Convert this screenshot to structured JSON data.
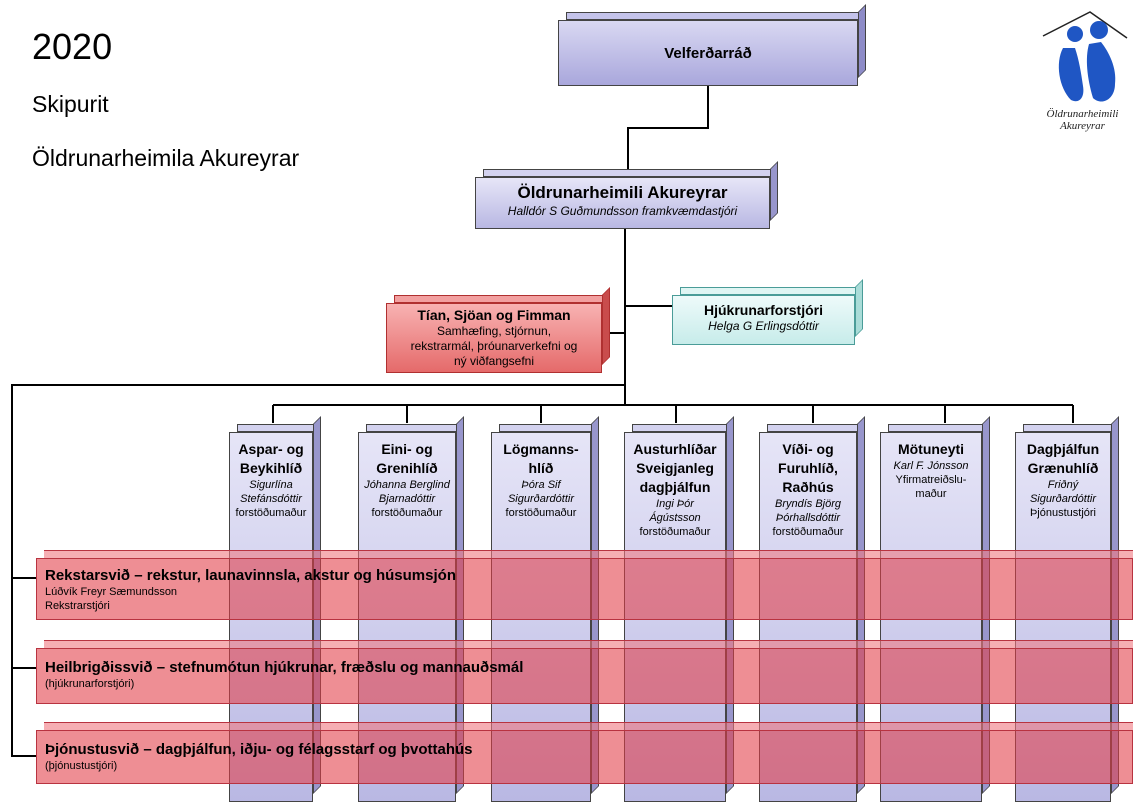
{
  "header": {
    "year": "2020",
    "subtitle": "Skipurit",
    "organization": "Öldrunarheimila Akureyrar"
  },
  "logo": {
    "icon": "two-figures-house-logo",
    "line1": "Öldrunarheimili",
    "line2": "Akureyrar",
    "color": "#1f56c4"
  },
  "top_box": {
    "title": "Velferðarráð"
  },
  "main_box": {
    "title": "Öldrunarheimili Akureyrar",
    "person": "Halldór S Guðmundsson framkvæmdastjóri"
  },
  "left_box": {
    "title": "Tían, Sjöan og Fimman",
    "line1": "Samhæfing, stjórnun,",
    "line2": "rekstrarmál, þróunarverkefni og",
    "line3": "ný viðfangsefni"
  },
  "right_box": {
    "title": "Hjúkrunarforstjóri",
    "person": "Helga G Erlingsdóttir"
  },
  "departments": [
    {
      "title1": "Aspar- og",
      "title2": "Beykihlíð",
      "title3": "",
      "name1": "Sigurlína",
      "name2": "Stefánsdóttir",
      "role": "forstöðumaður"
    },
    {
      "title1": "Eini- og",
      "title2": "Grenihlíð",
      "title3": "",
      "name1": "Jóhanna Berglind",
      "name2": "Bjarnadóttir",
      "role": "forstöðumaður"
    },
    {
      "title1": "Lögmanns-",
      "title2": "hlíð",
      "title3": "",
      "name1": "Þóra Sif",
      "name2": "Sigurðardóttir",
      "role": "forstöðumaður"
    },
    {
      "title1": "Austurhlíðar",
      "title2": "Sveigjanleg",
      "title3": "dagþjálfun",
      "name1": "Ingi Þór",
      "name2": "Ágústsson",
      "role": "forstöðumaður"
    },
    {
      "title1": "Víði- og",
      "title2": "Furuhlíð,",
      "title3": "Raðhús",
      "name1": "Bryndís Björg",
      "name2": "Þórhallsdóttir",
      "role": "forstöðumaður"
    },
    {
      "title1": "Mötuneyti",
      "title2": "",
      "title3": "",
      "name1": "Karl F. Jónsson",
      "name2": "",
      "role": "Yfirmatreiðslu-",
      "role2": "maður"
    },
    {
      "title1": "Dagþjálfun",
      "title2": "Grænuhlíð",
      "title3": "",
      "name1": "Friðný",
      "name2": "Sigurðardóttir",
      "role": "Þjónustustjóri"
    }
  ],
  "bands": [
    {
      "title": "Rekstarsvið  – rekstur, launavinnsla, akstur og húsumsjón",
      "line1": "Lúðvík Freyr Sæmundsson",
      "line2": "Rekstrarstjóri"
    },
    {
      "title": "Heilbrigðissvið  – stefnumótun hjúkrunar, fræðslu og mannauðsmál",
      "line1": "(hjúkrunarforstjóri)",
      "line2": ""
    },
    {
      "title": "Þjónustusvið  – dagþjálfun, iðju- og félagsstarf og þvottahús",
      "line1": "(þjónustustjóri)",
      "line2": ""
    }
  ],
  "colors": {
    "purple_box": "#a9a7dc",
    "red_box": "#e56a6a",
    "teal_box": "#c7ecea",
    "band": "#e23c46"
  }
}
